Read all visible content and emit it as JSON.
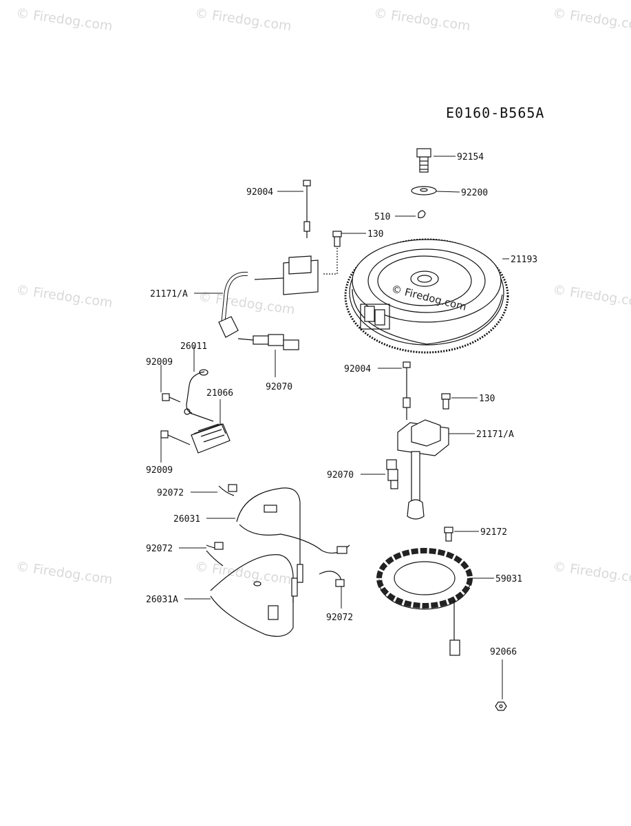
{
  "diagram_code": "E0160-B565A",
  "watermark": "© Firedog.com",
  "flywheel_watermark": "© Firedog.com",
  "parts": [
    {
      "id": "p1",
      "number": "92154"
    },
    {
      "id": "p2",
      "number": "92200"
    },
    {
      "id": "p3",
      "number": "510"
    },
    {
      "id": "p4",
      "number": "92004"
    },
    {
      "id": "p5",
      "number": "130"
    },
    {
      "id": "p6",
      "number": "21193"
    },
    {
      "id": "p7",
      "number": "21171/A"
    },
    {
      "id": "p8",
      "number": "26011"
    },
    {
      "id": "p9",
      "number": "92009"
    },
    {
      "id": "p10",
      "number": "21066"
    },
    {
      "id": "p11",
      "number": "92070"
    },
    {
      "id": "p12",
      "number": "92004"
    },
    {
      "id": "p13",
      "number": "130"
    },
    {
      "id": "p14",
      "number": "21171/A"
    },
    {
      "id": "p15",
      "number": "92009"
    },
    {
      "id": "p16",
      "number": "92070"
    },
    {
      "id": "p17",
      "number": "92072"
    },
    {
      "id": "p18",
      "number": "26031"
    },
    {
      "id": "p19",
      "number": "92172"
    },
    {
      "id": "p20",
      "number": "92072"
    },
    {
      "id": "p21",
      "number": "59031"
    },
    {
      "id": "p22",
      "number": "26031A"
    },
    {
      "id": "p23",
      "number": "92072"
    },
    {
      "id": "p24",
      "number": "92066"
    }
  ]
}
